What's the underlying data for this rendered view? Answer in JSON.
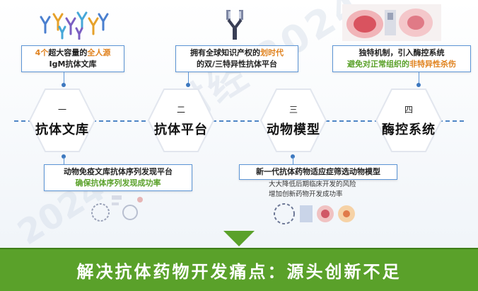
{
  "stages": [
    {
      "num": "一",
      "name": "抗体文库"
    },
    {
      "num": "二",
      "name": "抗体平台"
    },
    {
      "num": "三",
      "name": "动物模型"
    },
    {
      "num": "四",
      "name": "酶控系统"
    }
  ],
  "callouts": {
    "top1": {
      "line1_a": "4个",
      "line1_b": "超大容量的",
      "line1_c": "全人源",
      "line2": "IgM抗体文库"
    },
    "top2": {
      "line1_a": "拥有全球知识产权的",
      "line1_b": "划时代",
      "line2": "的双/三特异性抗体平台"
    },
    "top3": {
      "line1": "独特机制，引入酶控系统",
      "line2_a": "避免对正常组织的",
      "line2_b": "非特异性杀伤"
    },
    "bottom1": {
      "line1": "动物免疫文库抗体序列发现平台",
      "line2": "确保抗体序列发现成功率"
    },
    "bottom2": {
      "line1": "新一代抗体药物适应症筛选动物模型"
    }
  },
  "notes": {
    "line1": "大大降低后期临床开发的风险",
    "line2": "增加创新药物开发成功率"
  },
  "watermark": "财经 2024",
  "watermark2": "2024",
  "banner": "解决抗体药物开发痛点：源头创新不足",
  "colors": {
    "accent_blue": "#5c95d6",
    "green": "#5aa12a",
    "orange": "#e0821e"
  }
}
